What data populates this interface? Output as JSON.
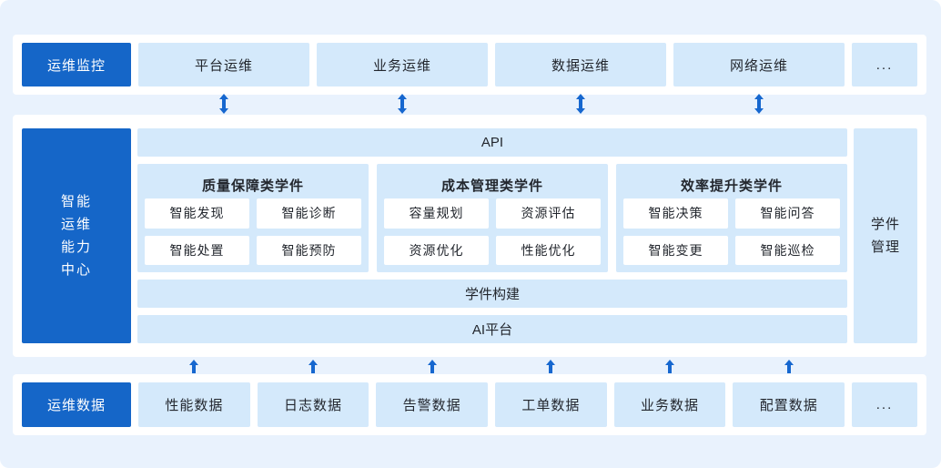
{
  "colors": {
    "primary_blue": "#1566c8",
    "light_box_blue": "#d4e9fb",
    "page_background": "#e9f2fd",
    "panel_background": "#ffffff",
    "arrow_blue": "#1667cf",
    "text_dark": "#23272e"
  },
  "top_row": {
    "header": "运维监控",
    "items": [
      "平台运维",
      "业务运维",
      "数据运维",
      "网络运维"
    ],
    "more": "..."
  },
  "center": {
    "header_lines": [
      "智能",
      "运维",
      "能力",
      "中心"
    ],
    "api_bar": "API",
    "groups": [
      {
        "title": "质量保障类学件",
        "items": [
          "智能发现",
          "智能诊断",
          "智能处置",
          "智能预防"
        ]
      },
      {
        "title": "成本管理类学件",
        "items": [
          "容量规划",
          "资源评估",
          "资源优化",
          "性能优化"
        ]
      },
      {
        "title": "效率提升类学件",
        "items": [
          "智能决策",
          "智能问答",
          "智能变更",
          "智能巡检"
        ]
      }
    ],
    "build_bar": "学件构建",
    "ai_bar": "AI平台",
    "side_lines": [
      "学件",
      "管理"
    ]
  },
  "bottom_row": {
    "header": "运维数据",
    "items": [
      "性能数据",
      "日志数据",
      "告警数据",
      "工单数据",
      "业务数据",
      "配置数据"
    ],
    "more": "..."
  }
}
